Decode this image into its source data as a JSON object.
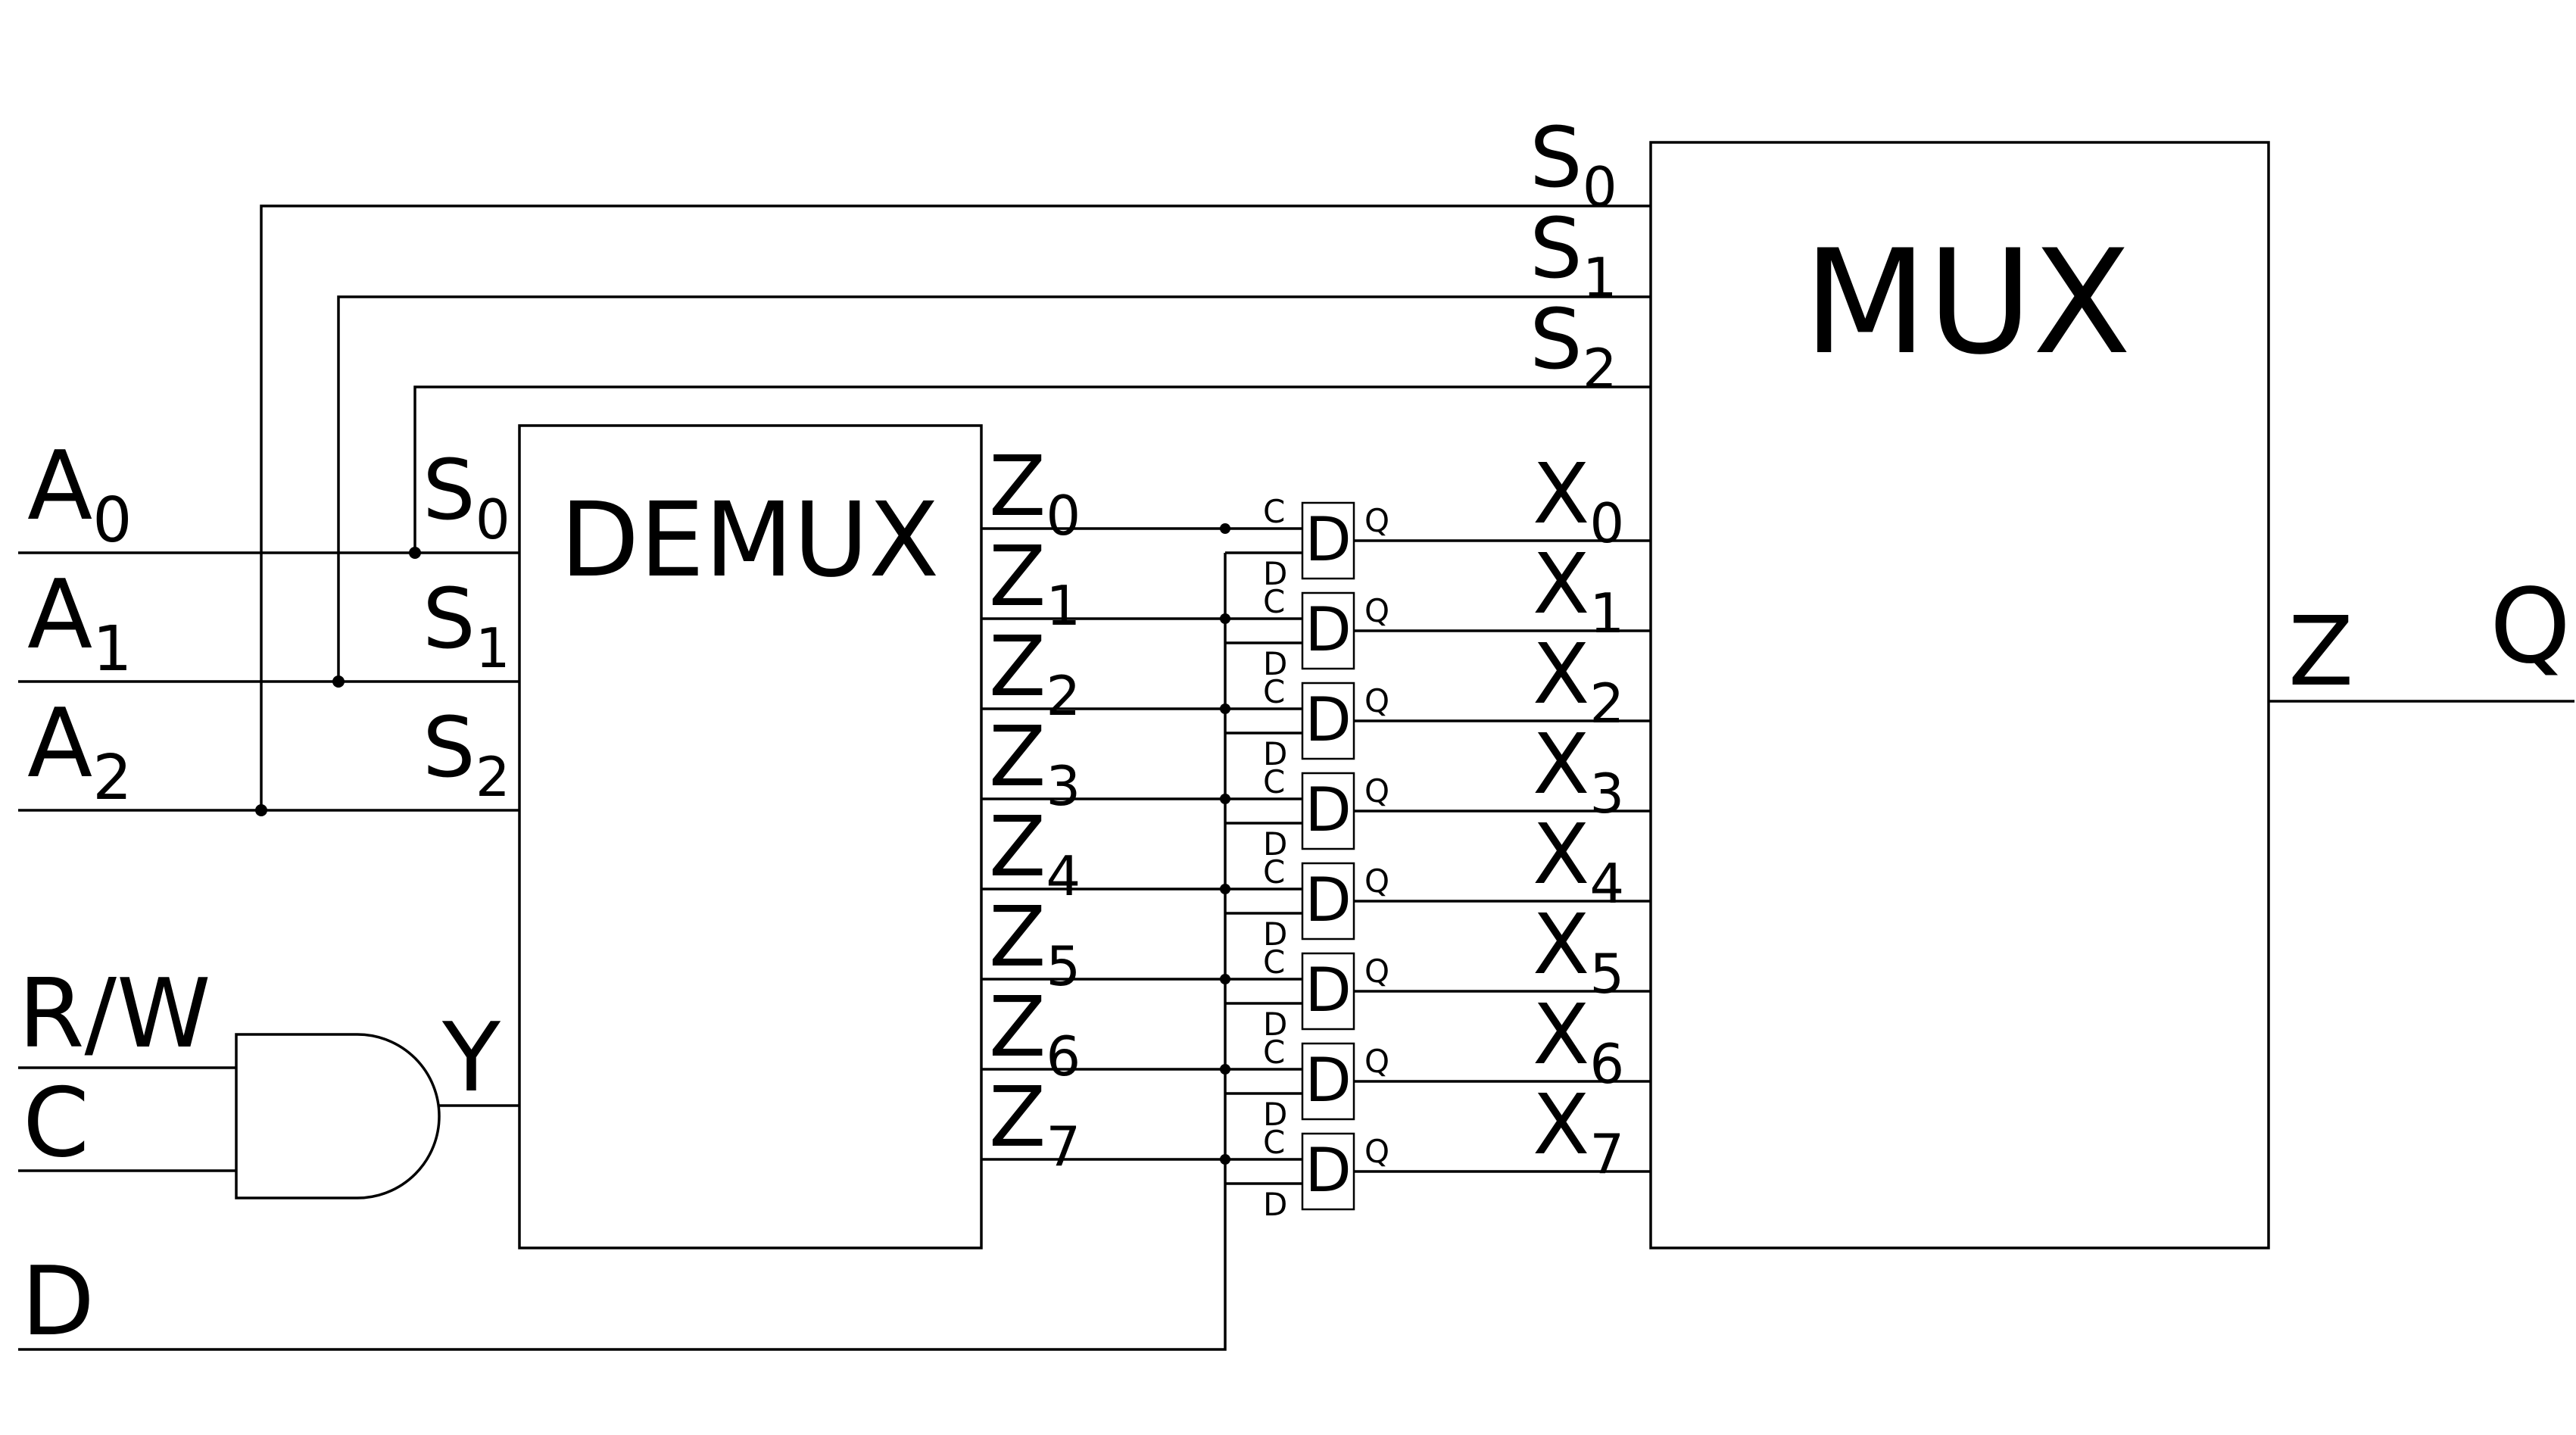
{
  "inputs": {
    "a0": "A",
    "a0_sub": "0",
    "a1": "A",
    "a1_sub": "1",
    "a2": "A",
    "a2_sub": "2",
    "rw": "R/W",
    "c": "C",
    "d": "D"
  },
  "demux": {
    "title": "DEMUX",
    "selects": [
      {
        "base": "S",
        "sub": "0"
      },
      {
        "base": "S",
        "sub": "1"
      },
      {
        "base": "S",
        "sub": "2"
      }
    ],
    "data_input": "Y",
    "outputs": [
      {
        "base": "Z",
        "sub": "0"
      },
      {
        "base": "Z",
        "sub": "1"
      },
      {
        "base": "Z",
        "sub": "2"
      },
      {
        "base": "Z",
        "sub": "3"
      },
      {
        "base": "Z",
        "sub": "4"
      },
      {
        "base": "Z",
        "sub": "5"
      },
      {
        "base": "Z",
        "sub": "6"
      },
      {
        "base": "Z",
        "sub": "7"
      }
    ]
  },
  "flipflop": {
    "label": "D",
    "clock_pin": "C",
    "data_pin": "D",
    "out_pin": "Q"
  },
  "mux": {
    "title": "MUX",
    "selects": [
      {
        "base": "S",
        "sub": "0"
      },
      {
        "base": "S",
        "sub": "1"
      },
      {
        "base": "S",
        "sub": "2"
      }
    ],
    "inputs": [
      {
        "base": "X",
        "sub": "0"
      },
      {
        "base": "X",
        "sub": "1"
      },
      {
        "base": "X",
        "sub": "2"
      },
      {
        "base": "X",
        "sub": "3"
      },
      {
        "base": "X",
        "sub": "4"
      },
      {
        "base": "X",
        "sub": "5"
      },
      {
        "base": "X",
        "sub": "6"
      },
      {
        "base": "X",
        "sub": "7"
      }
    ],
    "output": "Z"
  },
  "output": {
    "q": "Q"
  }
}
